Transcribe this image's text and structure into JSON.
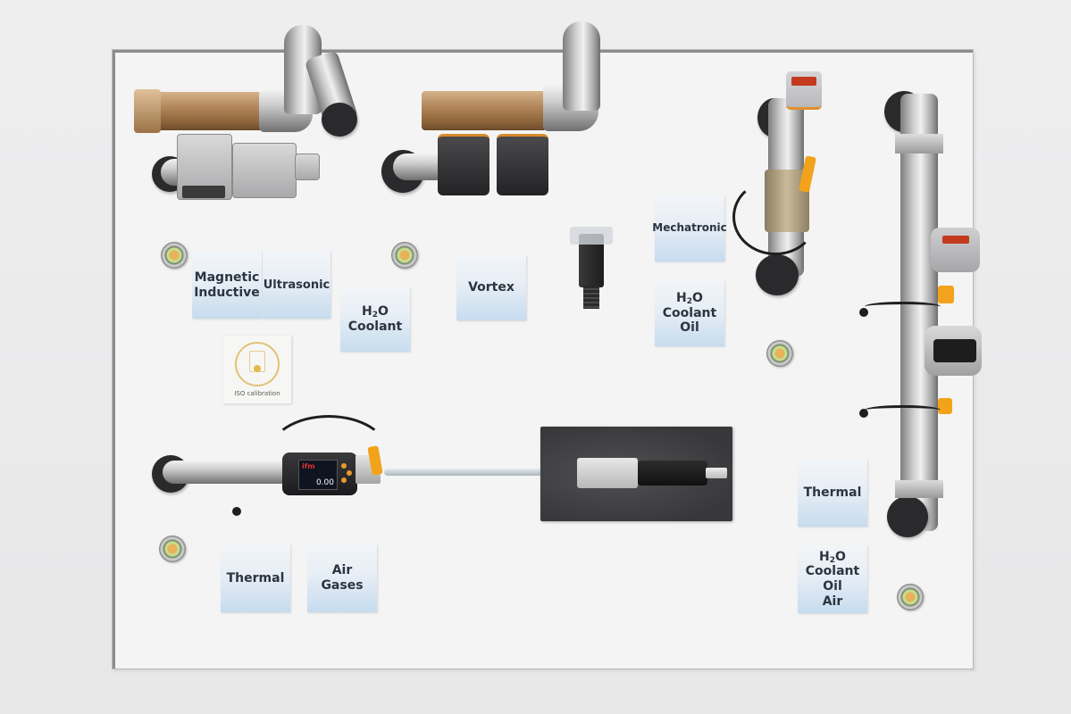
{
  "scene": {
    "description": "Flow sensor demonstration board with mounted pipe assemblies and technology labels",
    "board_color": "#f4f4f5",
    "background_color": "#e9e9ea",
    "label_gradient_bottom": "#c6dcef",
    "label_text_color": "#2b3440",
    "accent_orange": "#f2a31b"
  },
  "labels": {
    "magnetic_inductive": {
      "line1": "Magnetic",
      "line2": "Inductive"
    },
    "ultrasonic": {
      "line1": "Ultrasonic"
    },
    "h2o_coolant_1": {
      "line1_prefix": "H",
      "line1_sub": "2",
      "line1_suffix": "O",
      "line2": "Coolant"
    },
    "vortex": {
      "line1": "Vortex"
    },
    "mechatronic": {
      "line1": "Mechatronic"
    },
    "h2o_coolant_oil": {
      "line1_prefix": "H",
      "line1_sub": "2",
      "line1_suffix": "O",
      "line2": "Coolant",
      "line3": "Oil"
    },
    "thermal_left": {
      "line1": "Thermal"
    },
    "air_gases": {
      "line1": "Air",
      "line2": "Gases"
    },
    "thermal_right": {
      "line1": "Thermal"
    },
    "h2o_coolant_oil_air": {
      "line1_prefix": "H",
      "line1_sub": "2",
      "line1_suffix": "O",
      "line2": "Coolant",
      "line3": "Oil",
      "line4": "Air"
    }
  },
  "iso_card": {
    "text": "ISO calibration"
  },
  "air_meter_display": {
    "brand_text": "ifm",
    "value": "0.00"
  }
}
